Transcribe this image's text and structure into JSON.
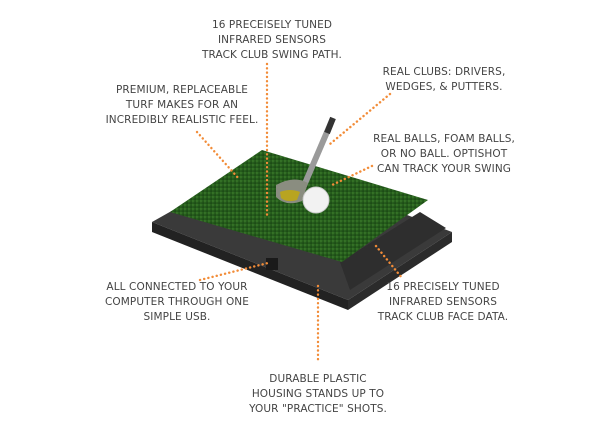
{
  "accent_color": "#f28c38",
  "callouts": {
    "swing_path": [
      "16 PRECEISELY TUNED",
      "INFRARED SENSORS",
      "TRACK CLUB SWING PATH."
    ],
    "turf": [
      "PREMIUM, REPLACEABLE",
      "TURF MAKES FOR AN",
      "INCREDIBLY REALISTIC FEEL."
    ],
    "clubs": [
      "REAL CLUBS: DRIVERS,",
      "WEDGES, & PUTTERS."
    ],
    "balls": [
      "REAL BALLS, FOAM BALLS,",
      "OR NO BALL. OPTISHOT",
      "CAN TRACK YOUR SWING"
    ],
    "usb": [
      "ALL CONNECTED TO YOUR",
      "COMPUTER THROUGH ONE",
      "SIMPLE USB."
    ],
    "face_data": [
      "16 PRECISELY TUNED",
      "INFRARED SENSORS",
      "TRACK CLUB FACE DATA."
    ],
    "housing": [
      "DURABLE PLASTIC",
      "HOUSING STANDS UP TO",
      "YOUR \"PRACTICE\" SHOTS."
    ]
  }
}
